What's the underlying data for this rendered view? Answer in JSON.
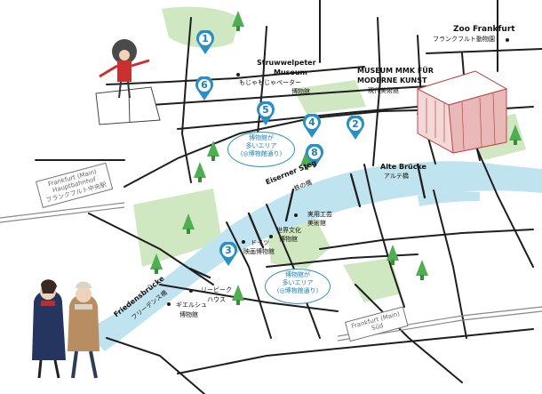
{
  "colors": {
    "river": "#bfe3ef",
    "park": "#cfe8c1",
    "road": "#1e1e1e",
    "pin": "#2a8fc4"
  },
  "pins": [
    {
      "number": "1"
    },
    {
      "number": "2"
    },
    {
      "number": "3"
    },
    {
      "number": "4"
    },
    {
      "number": "5"
    },
    {
      "number": "6"
    },
    {
      "number": "8"
    }
  ],
  "labels": {
    "zoo_en": "Zoo Frankfurt",
    "zoo_jp": "フランクフルト動物園",
    "struwwel_en1": "Struwwelpeter",
    "struwwel_en2": "Museum",
    "struwwel_jp1": "もじゃもじゃペーター",
    "struwwel_jp2": "博物館",
    "mmk_en1": "MUSEUM MMK FÜR",
    "mmk_en2": "MODERNE KUNST",
    "mmk_jp": "現代美術館",
    "alte_en": "Alte Brücke",
    "alte_jp": "アルテ橋",
    "eiserner_en": "Eiserner Steg",
    "eiserner_jp": "鉄の橋",
    "friedens_en": "Friedensbrücke",
    "friedens_jp": "フリーデンス橋",
    "film_jp1": "ドイツ",
    "film_jp2": "映画博物館",
    "world_jp1": "世界文化",
    "world_jp2": "博物館",
    "craft_jp1": "実用工芸",
    "craft_jp2": "美術館",
    "liebieg_jp1": "リービーク",
    "liebieg_jp2": "ハウス",
    "ikon_jp1": "ギエルシュ",
    "ikon_jp2": "博物館"
  },
  "callouts": [
    {
      "l1": "博物館が",
      "l2": "多いエリア",
      "l3": "(◎博物館通り)"
    },
    {
      "l1": "博物館が",
      "l2": "多いエリア",
      "l3": "(◎博物館通り)"
    }
  ],
  "stations": {
    "hbf_l1": "Frankfurt (Main)",
    "hbf_l2": "Hauptbahnhof",
    "hbf_l3": "フランクフルト中央駅",
    "sud_l1": "Frankfurt (Main)",
    "sud_l2": "Süd"
  }
}
